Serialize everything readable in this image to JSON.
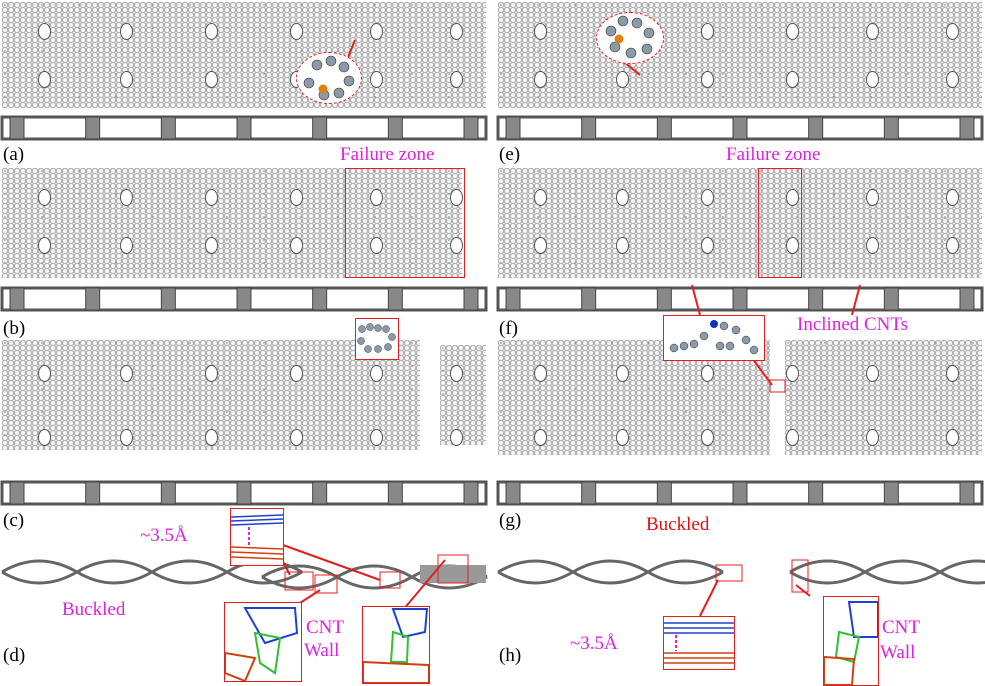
{
  "panels": {
    "a": "(a)",
    "b": "(b)",
    "c": "(c)",
    "d": "(d)",
    "e": "(e)",
    "f": "(f)",
    "g": "(g)",
    "h": "(h)"
  },
  "annotations": {
    "failure_zone_left": "Failure zone",
    "failure_zone_right": "Failure zone",
    "inclined_cnts": "Inclined CNTs",
    "spacing_left": "~3.5Å",
    "spacing_right": "~3.5Å",
    "buckled_left": "Buckled",
    "buckled_right": "Buckled",
    "cnt_wall_left_1": "CNT",
    "cnt_wall_left_2": "Wall",
    "cnt_wall_right_1": "CNT",
    "cnt_wall_right_2": "Wall"
  },
  "colors": {
    "annotation_magenta": "#e020e0",
    "annotation_red": "#e01010",
    "layer_blue": "#2040d0",
    "layer_orange": "#d04010",
    "layer_green": "#30c030"
  }
}
